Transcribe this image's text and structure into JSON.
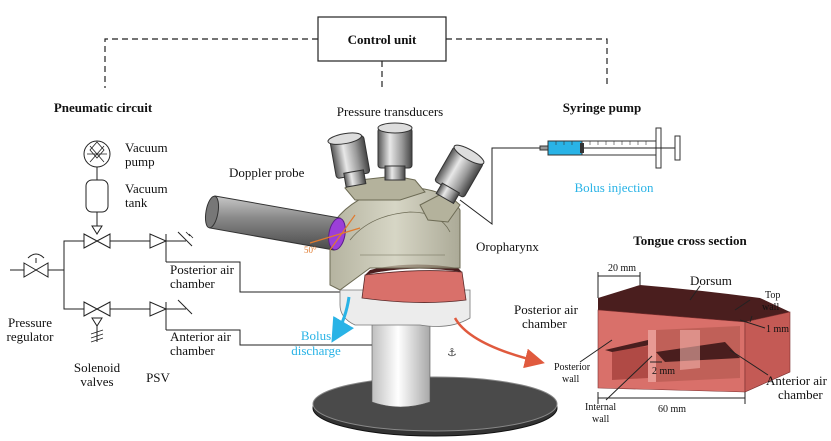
{
  "labels": {
    "control_unit": "Control unit",
    "pneumatic_circuit": "Pneumatic circuit",
    "pressure_transducers": "Pressure transducers",
    "syringe_pump": "Syringe pump",
    "bolus_injection": "Bolus injection",
    "doppler_probe": "Doppler probe",
    "angle": "50°",
    "oropharynx": "Oropharynx",
    "tongue_cross_section": "Tongue cross section",
    "vacuum_pump_1": "Vacuum",
    "vacuum_pump_2": "pump",
    "vacuum_tank_1": "Vacuum",
    "vacuum_tank_2": "tank",
    "posterior_air_chamber_1": "Posterior air",
    "posterior_air_chamber_2": "chamber",
    "anterior_air_chamber_1": "Anterior air",
    "anterior_air_chamber_2": "chamber",
    "bolus_discharge_1": "Bolus",
    "bolus_discharge_2": "discharge",
    "pressure_regulator_1": "Pressure",
    "pressure_regulator_2": "regulator",
    "solenoid_valves_1": "Solenoid",
    "solenoid_valves_2": "valves",
    "psv": "PSV"
  },
  "cross_section": {
    "dim_20mm": "20 mm",
    "dorsum": "Dorsum",
    "top_wall_1": "Top",
    "top_wall_2": "wall",
    "dim_1mm": "1 mm",
    "posterior_air_chamber_1": "Posterior air",
    "posterior_air_chamber_2": "chamber",
    "posterior_wall_1": "Posterior",
    "posterior_wall_2": "wall",
    "dim_2mm": "2 mm",
    "internal_wall_1": "Internal",
    "internal_wall_2": "wall",
    "dim_60mm": "60 mm",
    "anterior_air_chamber_1": "Anterior air",
    "anterior_air_chamber_2": "chamber"
  },
  "colors": {
    "bolus": "#29b3e6",
    "tongue": "#d9706a",
    "tongue_dark": "#4a1e1e",
    "arrow": "#e05a3e",
    "probe_tip": "#9b3fd9"
  }
}
